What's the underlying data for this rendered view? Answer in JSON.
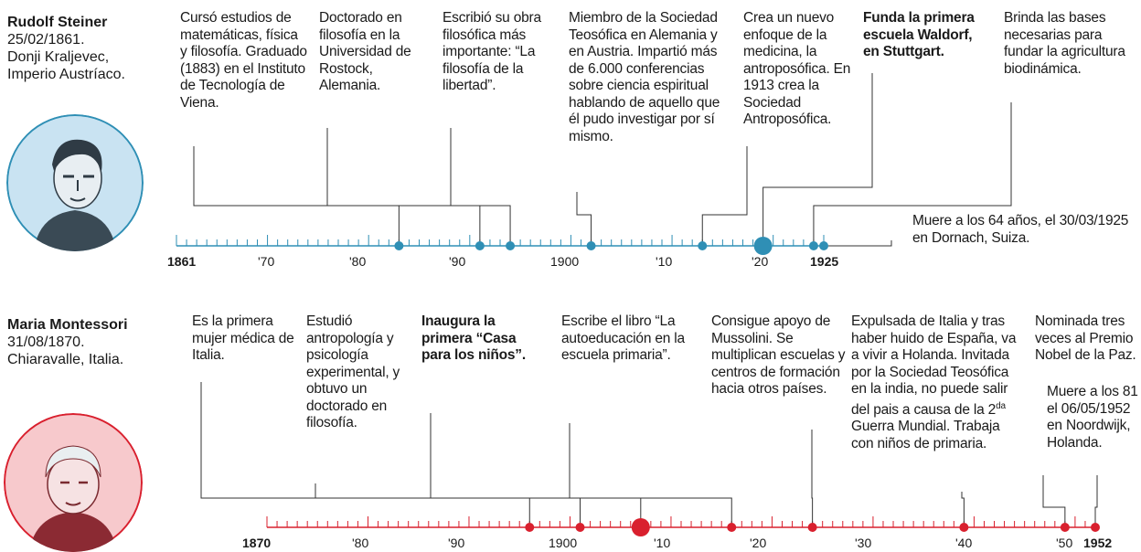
{
  "colors": {
    "steiner": "#2f8fb5",
    "montessori": "#d9202e",
    "text": "#1a1a1a",
    "line": "#333333"
  },
  "steiner": {
    "name": "Rudolf Steiner",
    "info1": "25/02/1861.",
    "info2": "Donji Kraljevec,",
    "info3": "Imperio Austríaco.",
    "portrait_icon": "man-portrait-icon",
    "axis_labels": [
      "1861",
      "'70",
      "'80",
      "'90",
      "1900",
      "'10",
      "'20",
      "1925"
    ],
    "events": [
      {
        "text": "Cursó estudios de matemáticas, física y filosofía. Graduado (1883) en el Instituto de Tecnología de Viena.",
        "year": 1883
      },
      {
        "text": "Doctorado en filosofía en la Universidad de Rostock, Alemania.",
        "year": 1891
      },
      {
        "text": "Escribió su obra filosófica más importante: “La filosofía de la libertad”.",
        "year": 1894
      },
      {
        "text": "Miembro de la Sociedad Teosófica en Alemania y en Austria. Impartió más de 6.000 conferencias sobre ciencia espiritual hablando de aquello que él pudo investigar por sí mismo.",
        "year": 1902
      },
      {
        "text": "Crea un nuevo enfoque de la medicina, la antroposófica. En 1913 crea la Sociedad Antroposófica.",
        "year": 1913
      },
      {
        "text": "Funda la primera escuela Waldorf, en Stuttgart.",
        "year": 1919
      },
      {
        "text": "Brinda las bases necesarias para fundar la agricultura biodinámica.",
        "year": 1924
      }
    ],
    "death": "Muere a los 64 años, el 30/03/1925 en Dornach, Suiza."
  },
  "montessori": {
    "name": "Maria Montessori",
    "info1": "31/08/1870.",
    "info2": "Chiaravalle, Italia.",
    "portrait_icon": "woman-portrait-icon",
    "axis_labels": [
      "1870",
      "'80",
      "'90",
      "1900",
      "'10",
      "'20",
      "'30",
      "'40",
      "'50",
      "1952"
    ],
    "events": [
      {
        "text": "Es la primera mujer médica de Italia.",
        "year": 1896
      },
      {
        "text": "Estudió antropología y psicología experimental, y obtuvo un doctorado en filosofía.",
        "year": 1901
      },
      {
        "text": "Inaugura la primera “Casa para los niños”.",
        "year": 1907
      },
      {
        "text": "Escribe el libro “La autoeducación en la escuela primaria”.",
        "year": 1916
      },
      {
        "text": "Consigue apoyo de Mussolini. Se multiplican escuelas y centros de formación hacia otros países.",
        "year": 1924
      },
      {
        "text": "Expulsada de Italia y tras haber huido de España, va a vivir a Holanda. Invitada por la Sociedad Teosófica en la india, no puede salir del pais a causa de la",
        "sup": "da",
        "sup_num": "2",
        "text2": "Guerra Mundial. Trabaja con niños de primaria.",
        "year": 1939
      },
      {
        "text": "Nominada tres veces al Premio Nobel de la Paz.",
        "year": 1949
      },
      {
        "text": "Muere a los 81 el 06/05/1952 en Noordwijk, Holanda.",
        "year": 1952
      }
    ]
  }
}
